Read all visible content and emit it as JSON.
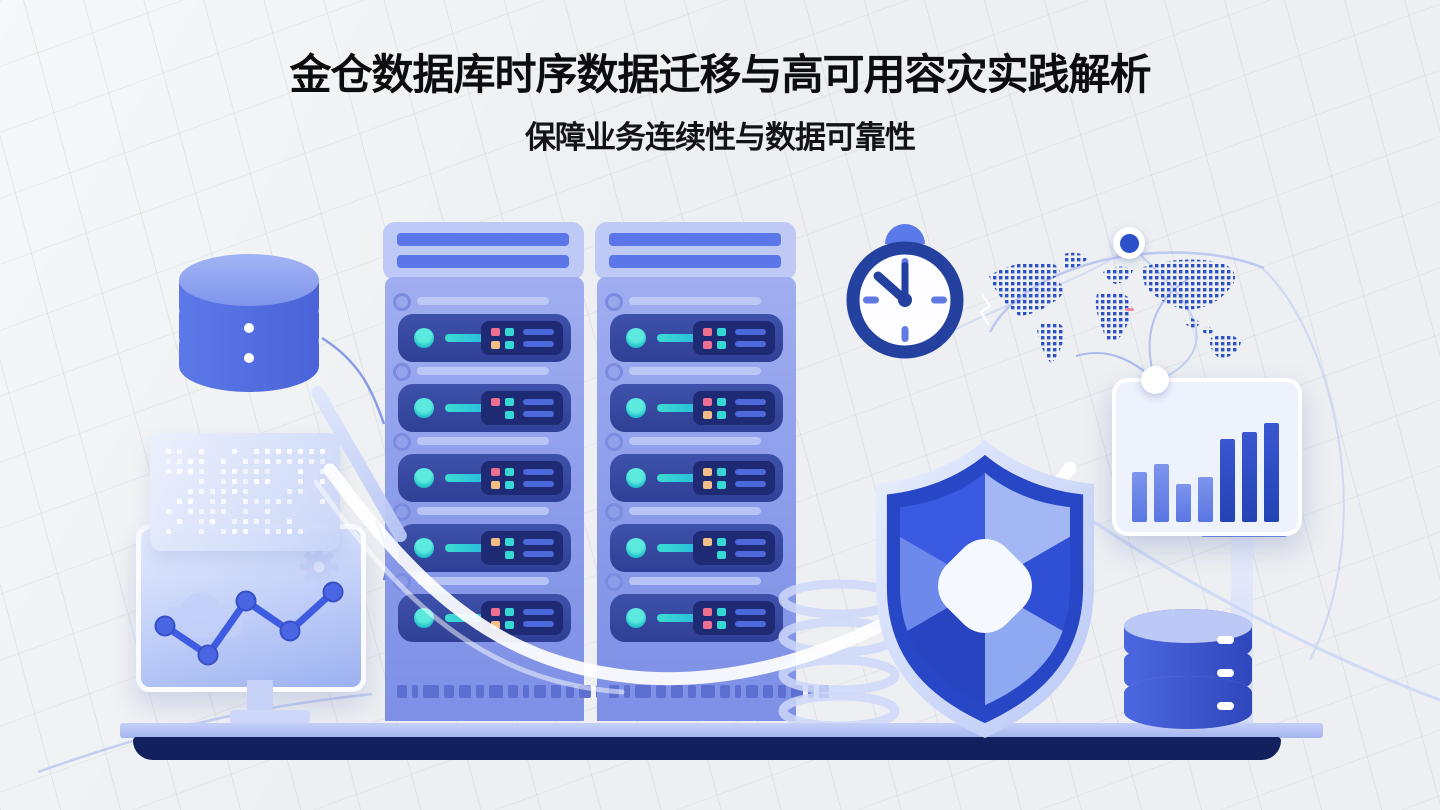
{
  "header": {
    "title": "金仓数据库时序数据迁移与高可用容灾实践解析",
    "subtitle": "保障业务连续性与数据可靠性"
  },
  "palette": {
    "background": "#edeff2",
    "title_text": "#0c0d10",
    "primary_blue": "#3b5ae0",
    "navy": "#12215e",
    "periwinkle": "#8a9bea",
    "rack_unit_navy": "#32429c",
    "cyan": "#35d8d2",
    "pink": "#ee6f90",
    "orange": "#f4bd85",
    "map_dot_blue": "#2b50c8",
    "white": "#ffffff"
  },
  "icons": [
    "database-icon",
    "server-rack-icon",
    "stopwatch-icon",
    "world-map-icon",
    "network-node-icon",
    "shield-icon",
    "bar-chart-icon",
    "line-chart-icon",
    "cloud-icon",
    "gear-icon",
    "dot-matrix-icon"
  ],
  "chart_data": [
    {
      "type": "line",
      "title": "monitor-trend-decoration",
      "points": [
        [
          24,
          97
        ],
        [
          67,
          126
        ],
        [
          105,
          72
        ],
        [
          149,
          102
        ],
        [
          192,
          63
        ]
      ]
    },
    {
      "type": "bar",
      "title": "growth-bars-decoration",
      "values": [
        50,
        58,
        38,
        45,
        83,
        90,
        99
      ],
      "light_count": 4
    }
  ],
  "server_racks": [
    {
      "units": [
        {
          "leds": [
            "pink",
            "cyan",
            "orange",
            "cyan"
          ]
        },
        {
          "leds": [
            "pink",
            "cyan",
            "",
            "cyan"
          ]
        },
        {
          "leds": [
            "pink",
            "cyan",
            "orange",
            "cyan"
          ]
        },
        {
          "leds": [
            "orange",
            "cyan",
            "",
            "cyan"
          ]
        },
        {
          "leds": [
            "pink",
            "cyan",
            "orange",
            "cyan"
          ]
        }
      ]
    },
    {
      "units": [
        {
          "leds": [
            "pink",
            "cyan",
            "pink",
            "cyan"
          ]
        },
        {
          "leds": [
            "pink",
            "cyan",
            "orange",
            "cyan"
          ]
        },
        {
          "leds": [
            "orange",
            "cyan",
            "orange",
            "cyan"
          ]
        },
        {
          "leds": [
            "orange",
            "cyan",
            "",
            "cyan"
          ]
        },
        {
          "leds": [
            "pink",
            "cyan",
            "pink",
            "cyan"
          ]
        }
      ]
    }
  ]
}
